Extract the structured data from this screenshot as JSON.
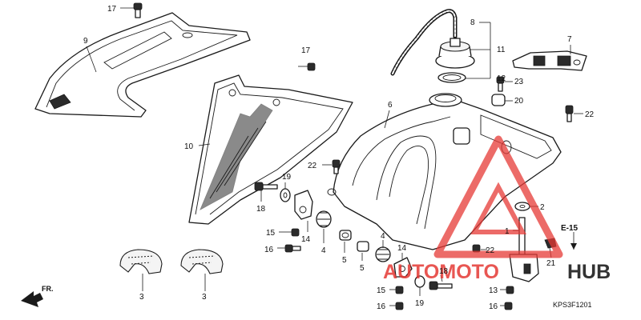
{
  "diagram_code": "KPS3F1201",
  "front_arrow_label": "FR.",
  "ref_label": "E-15",
  "watermark": {
    "text_left": "AUTOMOTO",
    "text_right": "HUB",
    "color": "#e53935",
    "dark": "#333333"
  },
  "callouts": {
    "c1": "1",
    "c2": "2",
    "c3a": "3",
    "c3b": "3",
    "c4a": "4",
    "c4b": "4",
    "c5a": "5",
    "c5b": "5",
    "c6": "6",
    "c7": "7",
    "c8": "8",
    "c9": "9",
    "c10": "10",
    "c11": "11",
    "c12": "12",
    "c13": "13",
    "c14a": "14",
    "c14b": "14",
    "c15a": "15",
    "c15b": "15",
    "c16a": "16",
    "c16b": "16",
    "c16c": "16",
    "c17a": "17",
    "c17b": "17",
    "c18a": "18",
    "c18b": "18",
    "c19a": "19",
    "c19b": "19",
    "c20": "20",
    "c21": "21",
    "c22a": "22",
    "c22b": "22",
    "c22c": "22",
    "c23": "23"
  }
}
